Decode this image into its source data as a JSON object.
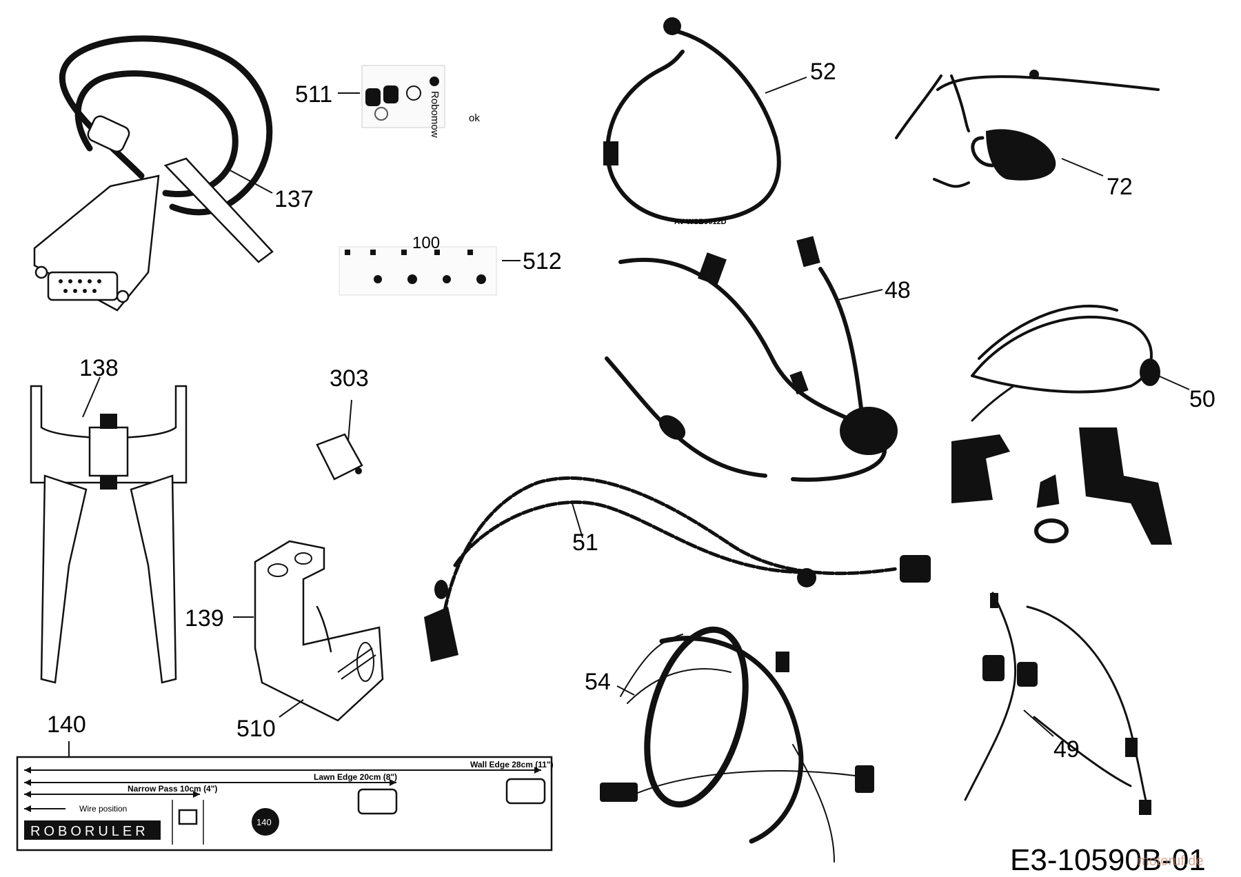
{
  "labels": {
    "l511": "511",
    "l137": "137",
    "l100": "100",
    "l512": "512",
    "l138": "138",
    "l303": "303",
    "l139": "139",
    "l510": "510",
    "l140": "140",
    "l52": "52",
    "l72": "72",
    "l48": "48",
    "l50": "50",
    "l51": "51",
    "l54": "54",
    "l49": "49"
  },
  "part_notes": {
    "ok": "ok",
    "harness_code": "AV-WSB9012D",
    "brand_vertical": "Robomow"
  },
  "ruler": {
    "wall_edge": "Wall Edge 28cm (11\")",
    "lawn_edge": "Lawn Edge 20cm (8\")",
    "narrow_pass": "Narrow Pass 10cm (4\")",
    "wire_position": "Wire position",
    "brand": "ROBORULER",
    "badge": "140"
  },
  "drawing_code": "E3-10590B-01",
  "watermark": "motoruf.de"
}
